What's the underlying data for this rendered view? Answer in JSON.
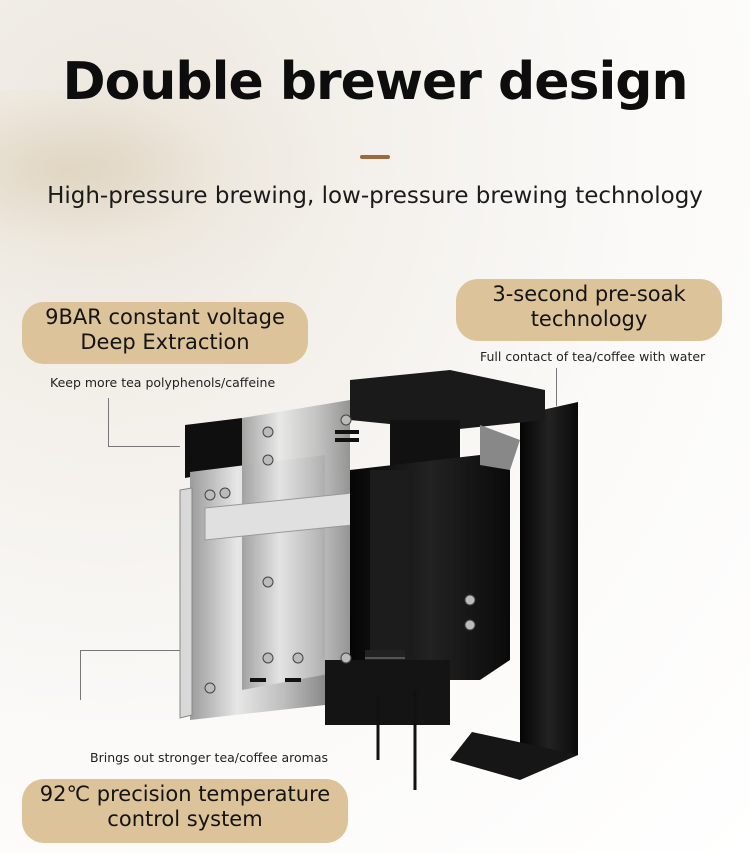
{
  "header": {
    "title": "Double brewer design",
    "subtitle": "High-pressure brewing, low-pressure brewing technology"
  },
  "callouts": {
    "top_left": {
      "line1": "9BAR constant voltage",
      "line2": "Deep Extraction",
      "note": "Keep more tea polyphenols/caffeine"
    },
    "top_right": {
      "line1": "3-second pre-soak",
      "line2": "technology",
      "note": "Full contact of tea/coffee with water"
    },
    "bottom_left": {
      "line1": "92℃ precision temperature",
      "line2": "control system",
      "note": "Brings out stronger tea/coffee aromas"
    }
  },
  "colors": {
    "accent": "#9a6a3e",
    "pill": "#dcc39a",
    "machine_dark": "#111111",
    "machine_metal": "#c9c9c9"
  },
  "image": {
    "subject": "brewer-unit-icon"
  }
}
